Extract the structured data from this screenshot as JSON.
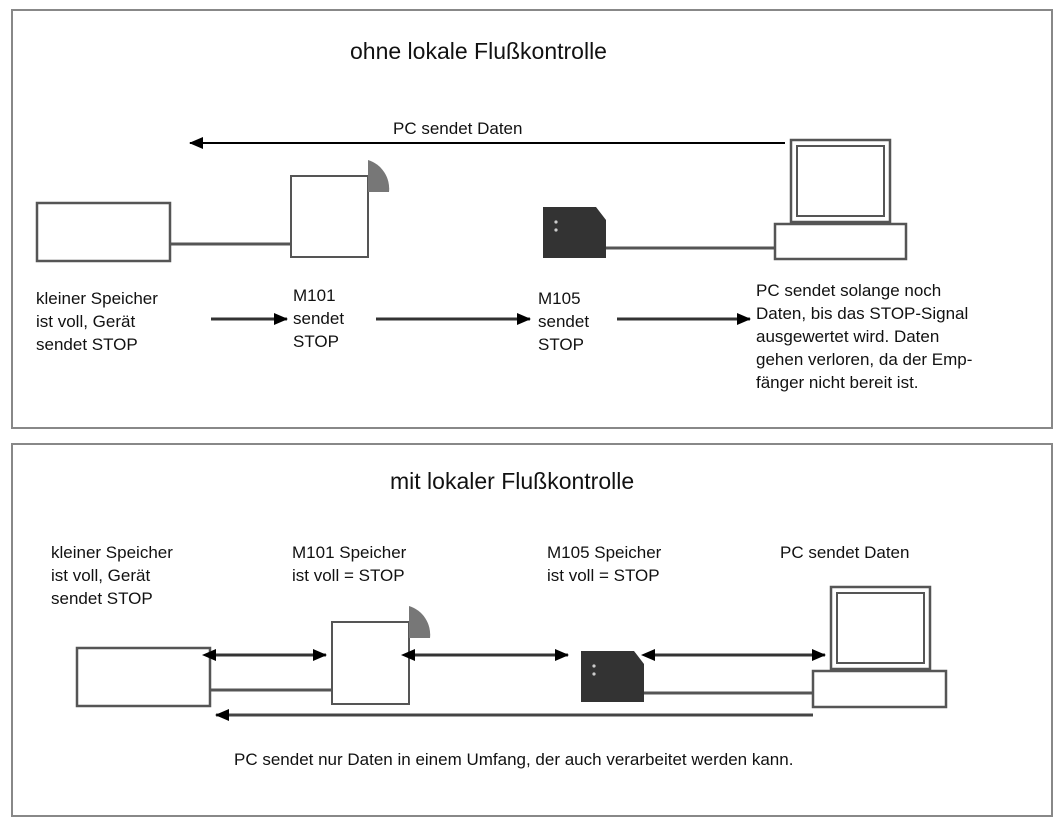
{
  "panel_top": {
    "title": "ohne lokale Flußkontrolle",
    "arrow_label": "PC sendet Daten",
    "device_label": "kleiner Speicher\nist voll, Gerät\nsendet STOP",
    "m101_label": "M101\nsendet\nSTOP",
    "m105_label": "M105\nsendet\nSTOP",
    "pc_label": "PC sendet solange noch\nDaten, bis das STOP-Signal\nausgewertet wird. Daten\ngehen verloren, da der Emp-\nfänger nicht bereit ist."
  },
  "panel_bottom": {
    "title": "mit lokaler Flußkontrolle",
    "device_label": "kleiner Speicher\nist voll, Gerät\nsendet STOP",
    "m101_label": "M101 Speicher\nist voll = STOP",
    "m105_label": "M105 Speicher\nist voll = STOP",
    "pc_label": "PC sendet Daten",
    "bottom_label": "PC sendet nur Daten in einem Umfang, der auch verarbeitet werden kann."
  },
  "colors": {
    "line": "#555555",
    "device_dark": "#333333",
    "antenna": "#777777",
    "border": "#888888"
  }
}
